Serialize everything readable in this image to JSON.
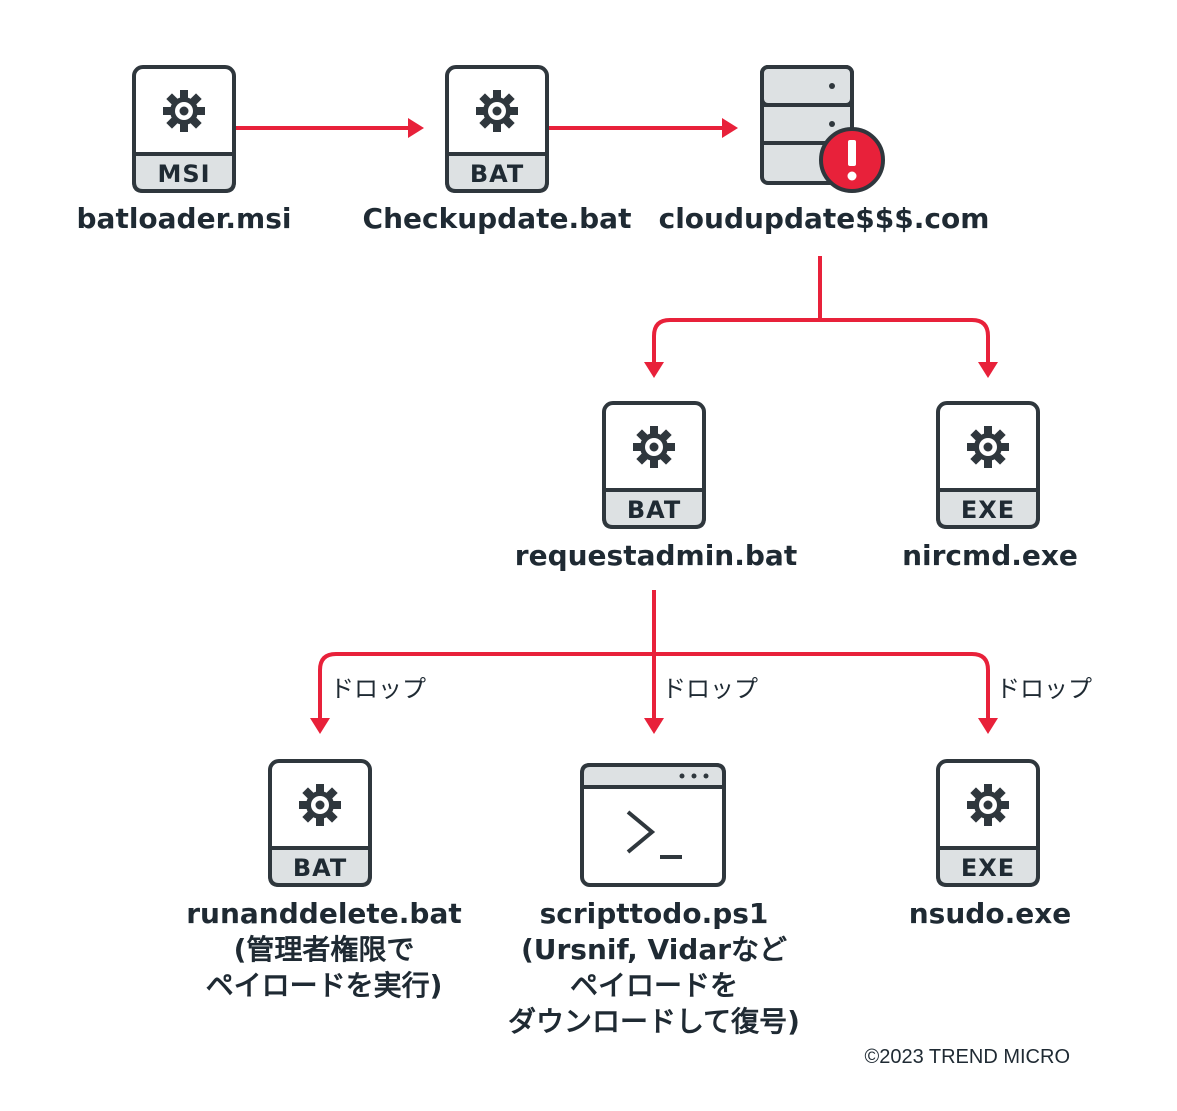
{
  "nodes": {
    "batloader": {
      "type_tag": "MSI",
      "label": "batloader.msi",
      "icon": "gear-icon"
    },
    "checkupdate": {
      "type_tag": "BAT",
      "label": "Checkupdate.bat",
      "icon": "gear-icon"
    },
    "cloudupdate": {
      "label": "cloudupdate$$$.com",
      "icon": "server-alert-icon"
    },
    "requestadmin": {
      "type_tag": "BAT",
      "label": "requestadmin.bat",
      "icon": "gear-icon"
    },
    "nircmd": {
      "type_tag": "EXE",
      "label": "nircmd.exe",
      "icon": "gear-icon"
    },
    "runanddelete": {
      "type_tag": "BAT",
      "label_lines": [
        "runanddelete.bat",
        "(管理者権限で",
        "ペイロードを実行)"
      ],
      "icon": "gear-icon"
    },
    "scripttodo": {
      "label_lines": [
        "scripttodo.ps1",
        "(Ursnif, Vidarなど",
        "ペイロードを",
        "ダウンロードして復号)"
      ],
      "icon": "terminal-window-icon"
    },
    "nsudo": {
      "type_tag": "EXE",
      "label": "nsudo.exe",
      "icon": "gear-icon"
    }
  },
  "edges": {
    "drop_label": "ドロップ"
  },
  "colors": {
    "arrow": "#e8213a",
    "outline": "#2f373d",
    "band": "#dde1e3",
    "alert": "#e8213a"
  },
  "copyright": "©2023 TREND MICRO"
}
